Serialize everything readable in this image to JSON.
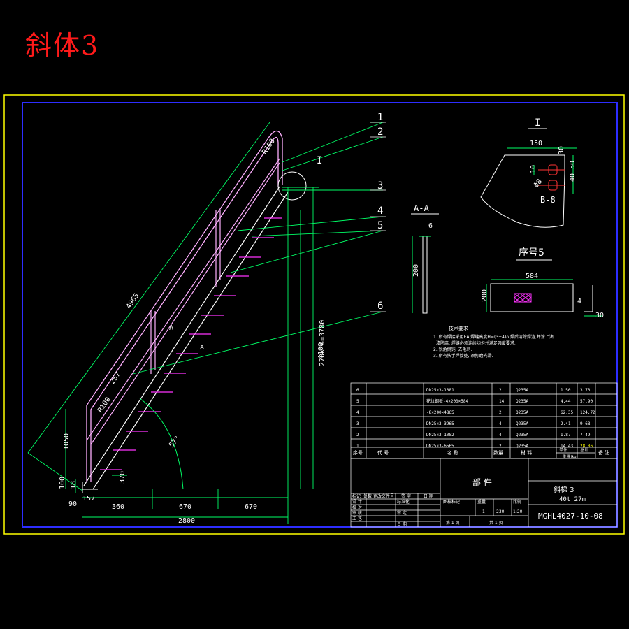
{
  "title": "斜体3",
  "balloons": [
    "1",
    "2",
    "3",
    "4",
    "5",
    "6"
  ],
  "detail_label": "I",
  "section_label": "A-A",
  "section_arrow_label": "A",
  "dims": {
    "r100_top": "R100",
    "r100_low": "R100",
    "diag_length": "4965",
    "h_1050": "1050",
    "h_100": "100",
    "h_18": "18",
    "h_370": "370",
    "base_90": "90",
    "base_157": "157",
    "seg_360": "360",
    "seg_670a": "670",
    "seg_670b": "670",
    "total_2800": "2800",
    "step_pitch": "270×14=3780",
    "height_4100": "4100",
    "angle": "57°",
    "pitch_257": "257",
    "sec_6": "6",
    "sec_200": "200",
    "det_150": "150",
    "det_30": "30",
    "det_10": "10",
    "det_50": "50",
    "det_40": "40",
    "det_phi": "Φ8",
    "det_b8": "B-8",
    "part5_title": "序号5",
    "part5_w": "584",
    "part5_h": "200",
    "part5_t": "4",
    "part5_30": "30"
  },
  "notes": {
    "heading": "技术要求",
    "lines": [
      "1. 所有焊接采用EA,焊缝高度H=(3+4)δ,焊后清除焊渣,并涂上油",
      "漆防腐, 焊缝必须连续均匀并满足强度要求.",
      "2. 锐角倒钝, 去毛刺.",
      "3. 所有扶手焊接处, 须打磨光滑."
    ]
  },
  "bom": {
    "rows": [
      {
        "no": "6",
        "code": "",
        "name": "DN25×3-1081",
        "qty": "2",
        "mat": "Q235A",
        "unit": "1.50",
        "total": "3.73"
      },
      {
        "no": "5",
        "code": "",
        "name": "花纹钢板-4×200×584",
        "qty": "14",
        "mat": "Q235A",
        "unit": "4.44",
        "total": "57.90"
      },
      {
        "no": "4",
        "code": "",
        "name": "-8×200×4865",
        "qty": "2",
        "mat": "Q235A",
        "unit": "62.35",
        "total": "124.72"
      },
      {
        "no": "3",
        "code": "",
        "name": "DN25×3-3965",
        "qty": "4",
        "mat": "Q235A",
        "unit": "2.41",
        "total": "9.68"
      },
      {
        "no": "2",
        "code": "",
        "name": "DN25×3-1082",
        "qty": "4",
        "mat": "Q235A",
        "unit": "1.87",
        "total": "7.49"
      },
      {
        "no": "1",
        "code": "",
        "name": "DN25×3-6565",
        "qty": "2",
        "mat": "Q235A",
        "unit": "14.43",
        "total": "28.86"
      }
    ],
    "header": {
      "no": "序号",
      "code": "代 号",
      "name": "名 称",
      "qty": "数量",
      "mat": "材 料",
      "unit": "单件",
      "total": "总计",
      "weight": "重 量(kg)",
      "remark": "备 注"
    }
  },
  "title_block": {
    "part_label": "部 件",
    "drawing_name": "斜梯 3",
    "drawing_sub": "40t 27m",
    "drawing_no": "MGHL4027-10-08",
    "rows_left": [
      "标记",
      "设 计",
      "校 对",
      "审 核",
      "工 艺"
    ],
    "rows_left2": [
      "处数",
      "",
      "",
      "",
      ""
    ],
    "change_doc": "更改文件号",
    "sign": "签 字",
    "date": "日 期",
    "std": "标准化",
    "approve": "审 定",
    "date2": "日 期",
    "stage": "图样标记",
    "weight_lbl": "重量",
    "scale_lbl": "比例",
    "weight_val": "230",
    "scale_val": "1:20",
    "qty_val": "1",
    "sheet": "第 1 页",
    "of": "共 1 页"
  }
}
